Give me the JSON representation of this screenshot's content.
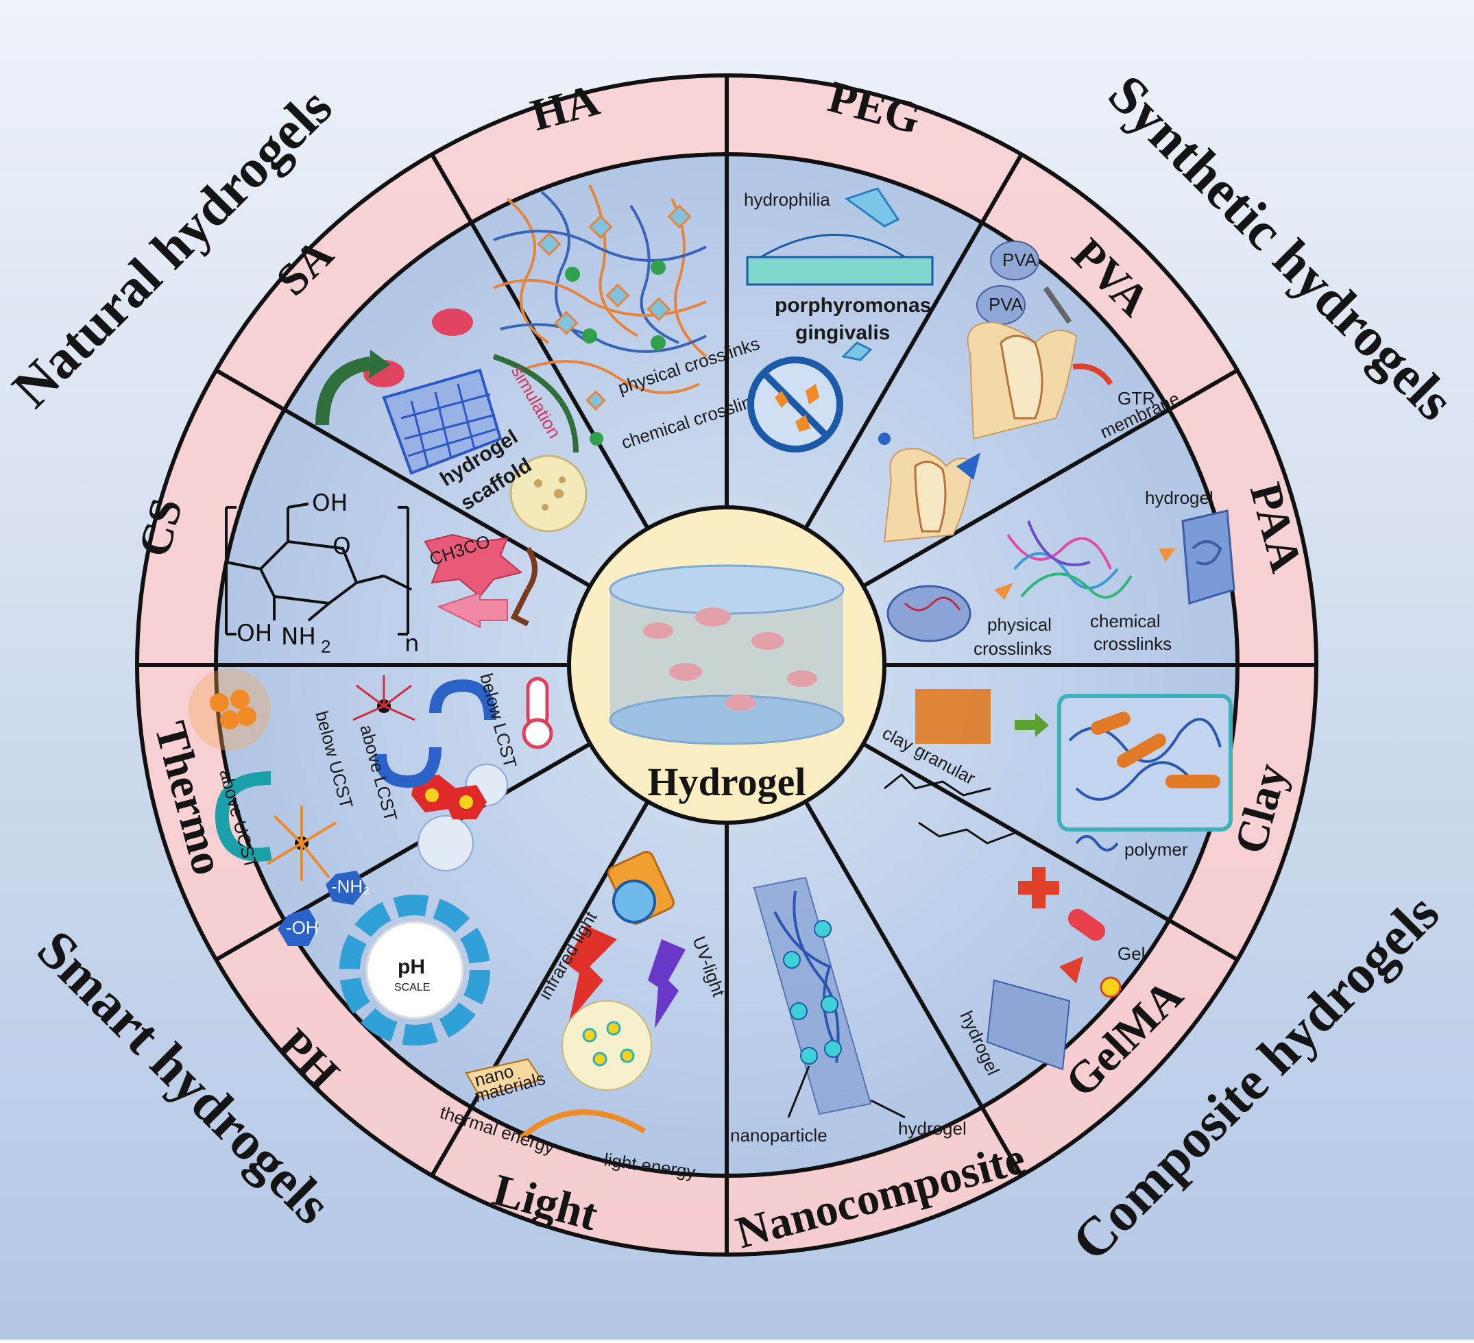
{
  "center": {
    "label": "Hydrogel"
  },
  "categories": {
    "natural": "Natural hydrogels",
    "synthetic": "Synthetic hydrogels",
    "smart": "Smart hydrogels",
    "composite": "Composite hydrogels"
  },
  "segments": {
    "ha": "HA",
    "peg": "PEG",
    "pva": "PVA",
    "paa": "PAA",
    "clay": "Clay",
    "gelma": "GelMA",
    "nanocomposite": "Nanocomposite",
    "light": "Light",
    "ph": "PH",
    "thermo": "Thermo",
    "cs": "CS",
    "sa": "SA"
  },
  "annotations": {
    "ha_physical": "physical crosslinks",
    "ha_chemical": "chemical crosslinks",
    "sa_simulation": "simulation",
    "sa_scaffold_1": "hydrogel",
    "sa_scaffold_2": "scaffold",
    "cs_oh": "OH",
    "cs_o": "O",
    "cs_oh2": "OH",
    "cs_nh2": "NH",
    "cs_nh2_sub": "2",
    "cs_n": "n",
    "cs_ch3co": "CH3CO",
    "peg_hydrophilia": "hydrophilia",
    "peg_porphy_1": "porphyromonas",
    "peg_porphy_2": "gingivalis",
    "pva_tag": "PVA",
    "pva_gtr_1": "GTR",
    "pva_gtr_2": "membrane",
    "paa_hydrogel": "hydrogel",
    "paa_physical_1": "physical",
    "paa_physical_2": "crosslinks",
    "paa_chemical_1": "chemical",
    "paa_chemical_2": "crosslinks",
    "clay_granular": "clay granular",
    "clay_polymer": "polymer",
    "gelma_gel": "Gel",
    "gelma_hydrogel": "hydrogel",
    "nano_nanoparticle": "nanoparticle",
    "nano_hydrogel": "hydrogel",
    "light_infrared": "infrared light",
    "light_uv": "UV-light",
    "light_nano_1": "nano",
    "light_nano_2": "materials",
    "light_thermal": "thermal energy",
    "light_energy": "light energy",
    "ph_nh2": "-NH₂",
    "ph_oh": "-OH",
    "ph_scale_1": "pH",
    "ph_scale_2": "SCALE",
    "thermo_below_ucst": "below UCST",
    "thermo_above_lcst": "above LCST",
    "thermo_below_lcst": "below LCST",
    "thermo_above_ucst": "above UCST"
  },
  "colors": {
    "ring": "#f7d0d2",
    "inner": "#b8cbe6",
    "center": "#fbeec2",
    "background_top": "#e8eef7",
    "background_bottom": "#b5c9e6"
  }
}
